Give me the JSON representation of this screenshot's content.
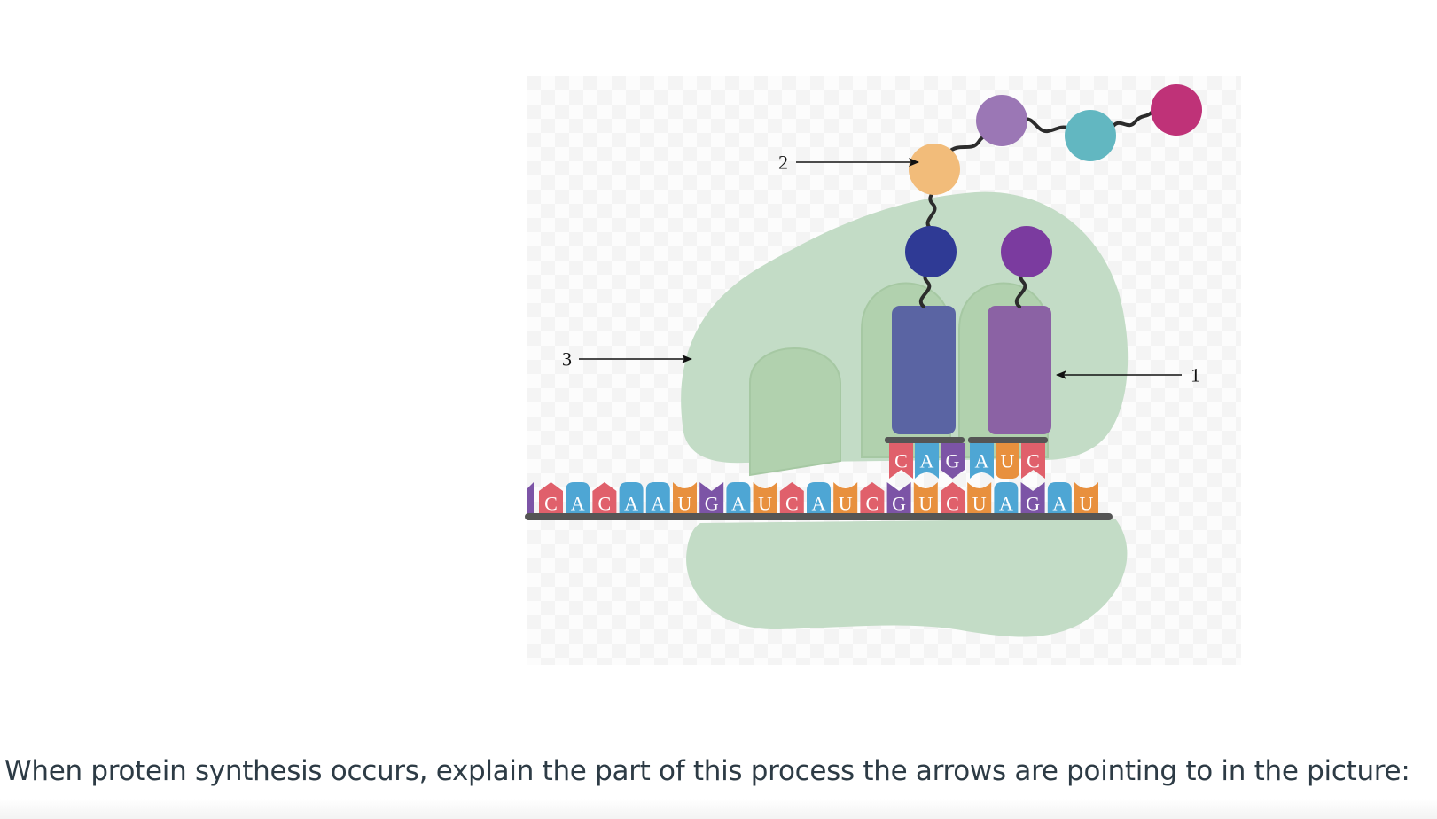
{
  "question": {
    "text": "When protein synthesis occurs, explain the part of this process the arrows are pointing to in the picture:"
  },
  "diagram": {
    "arrow_labels": [
      "1",
      "2",
      "3"
    ],
    "mrna_bases": [
      "C",
      "A",
      "C",
      "A",
      "A",
      "U",
      "G",
      "A",
      "U",
      "C",
      "A",
      "U",
      "C",
      "G",
      "U",
      "C",
      "U",
      "A",
      "G",
      "A",
      "U"
    ],
    "anticodon_left": [
      "C",
      "A",
      "G"
    ],
    "anticodon_right": [
      "A",
      "U",
      "C"
    ],
    "base_colors": {
      "A": "#4ea6d4",
      "U": "#e8903e",
      "G": "#7c54a6",
      "C": "#e0606b"
    },
    "colors": {
      "ribosome": "#c3dcc6",
      "ribosome_site": "#b1d1ae",
      "trna_left": "#5a64a3",
      "trna_right": "#8b62a4",
      "amino_orange": "#f2bc7a",
      "amino_navy": "#2f3a95",
      "amino_violet": "#7b3b9f",
      "amino_lilac": "#9b77b5",
      "amino_teal": "#62b7c1",
      "amino_magenta": "#bf3278",
      "backbone": "#555555"
    }
  }
}
